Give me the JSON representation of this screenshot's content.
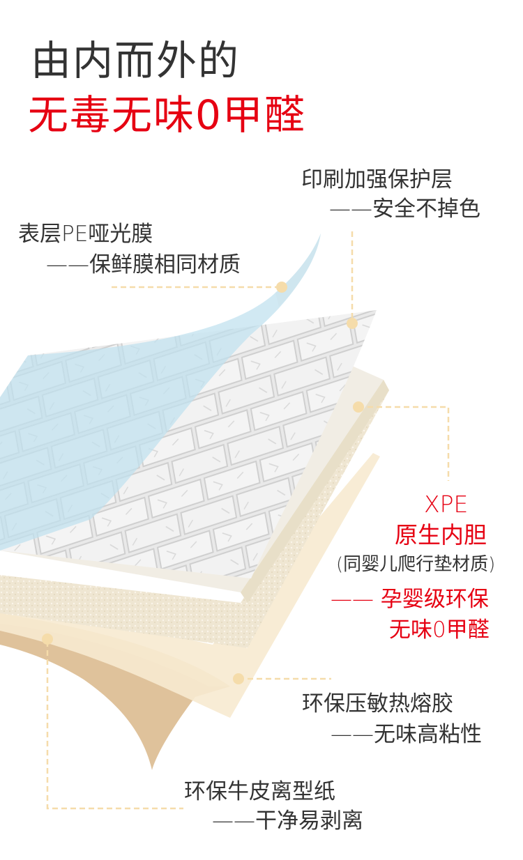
{
  "headline": {
    "line1": "由内而外的",
    "line2": "无毒无味0甲醛"
  },
  "colors": {
    "accent_red": "#e60012",
    "text_dark": "#333333",
    "connector": "#f5dcaa",
    "film_blue": "#cfe6ef",
    "foam_cream": "#f3ecdc",
    "glue_beige": "#f7ead0",
    "kraft_tan": "#dfc29b"
  },
  "layers": [
    {
      "id": "print-layer",
      "title": "印刷加强保护层",
      "subtitle": "——安全不掉色"
    },
    {
      "id": "pe-film",
      "title": "表层PE哑光膜",
      "subtitle": "——保鲜膜相同材质"
    },
    {
      "id": "xpe-core",
      "title_line1": "XPE",
      "title_line2": "原生内胆",
      "note": "(同婴儿爬行垫材质)",
      "benefit_line1": "—— 孕婴级环保",
      "benefit_line2": "无味0甲醛"
    },
    {
      "id": "hot-melt-glue",
      "title": "环保压敏热熔胶",
      "subtitle": "——无味高粘性"
    },
    {
      "id": "kraft-release-paper",
      "title": "环保牛皮离型纸",
      "subtitle": "——干净易剥离"
    }
  ]
}
